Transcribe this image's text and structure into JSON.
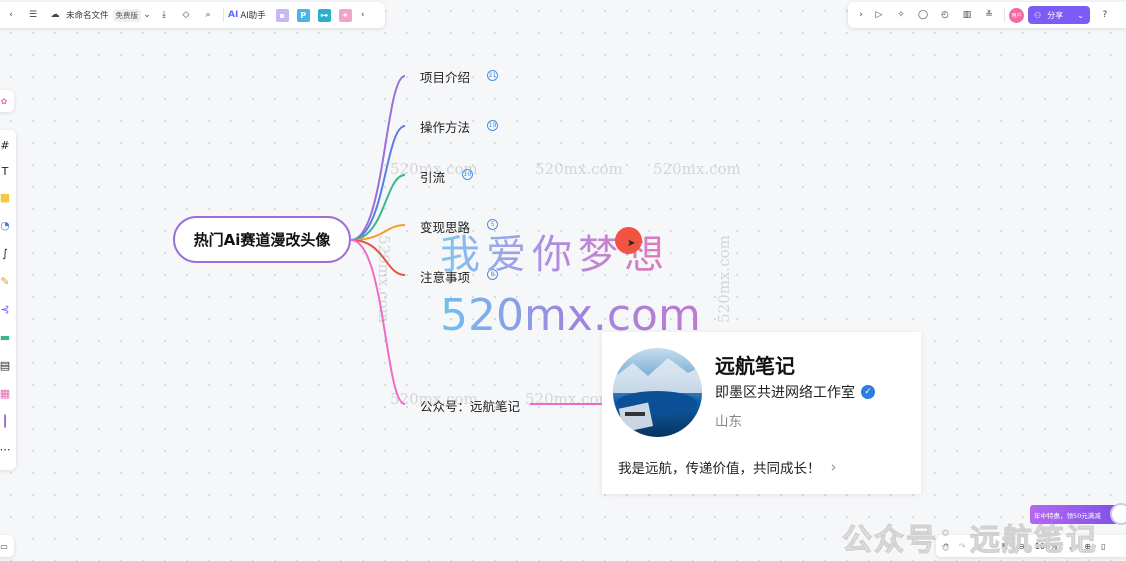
{
  "toolbar": {
    "file_name": "未命名文件",
    "plan_badge": "免费版",
    "ai_label": "AI助手",
    "share_label": "分享",
    "avatar_text": "用户"
  },
  "mindmap": {
    "center": "热门Ai赛道漫改头像",
    "branches": [
      {
        "label": "项目介绍",
        "count": "21"
      },
      {
        "label": "操作方法",
        "count": "19"
      },
      {
        "label": "引流",
        "count": "10"
      },
      {
        "label": "变现思路",
        "count": "5"
      },
      {
        "label": "注意事项",
        "count": "8"
      },
      {
        "label": "公众号：远航笔记",
        "count": ""
      }
    ],
    "branch_colors": [
      "#9a6fd8",
      "#5b7fe0",
      "#3bb78f",
      "#f0a030",
      "#e0553c",
      "#f06ac8"
    ]
  },
  "watermarks": {
    "small": "520mx.com",
    "big_text": "我爱你梦想",
    "big_url": "520mx.com",
    "bottom": "公众号：远航笔记"
  },
  "profile_card": {
    "name": "远航笔记",
    "organization": "即墨区共进网络工作室",
    "location": "山东",
    "bio": "我是远航，传递价值，共同成长！"
  },
  "promo": "年中特惠，领50元满减",
  "zoom": "106%"
}
